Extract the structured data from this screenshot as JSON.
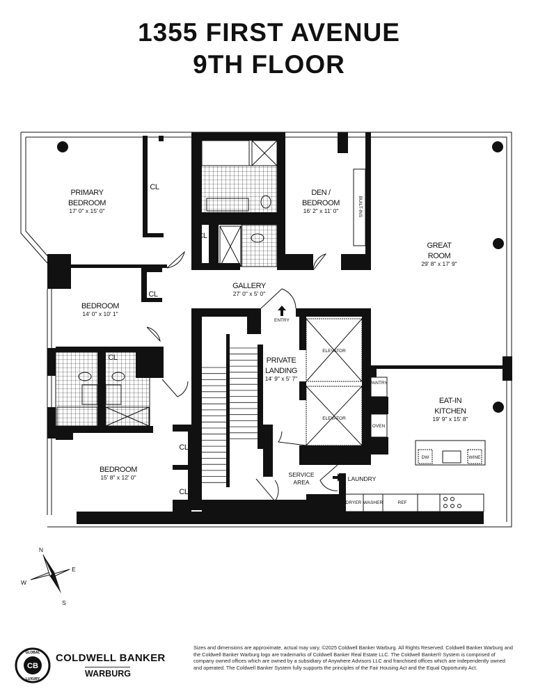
{
  "header": {
    "line1": "1355 FIRST AVENUE",
    "line2": "9TH FLOOR"
  },
  "rooms": {
    "primary": {
      "name1": "PRIMARY",
      "name2": "BEDROOM",
      "dims": "17' 0\" x 15' 0\""
    },
    "den": {
      "name1": "DEN /",
      "name2": "BEDROOM",
      "dims": "16' 2\" x 11' 0\""
    },
    "great": {
      "name1": "GREAT",
      "name2": "ROOM",
      "dims": "29' 8\" x 17' 9\""
    },
    "gallery": {
      "name": "GALLERY",
      "dims": "27' 0\" x 5' 0\""
    },
    "bedroom2": {
      "name": "BEDROOM",
      "dims": "14' 0\" x 10' 1\""
    },
    "bedroom3": {
      "name": "BEDROOM",
      "dims": "15' 8\" x 12' 0\""
    },
    "landing": {
      "name1": "PRIVATE",
      "name2": "LANDING",
      "dims": "14' 9\" x 5' 7\""
    },
    "kitchen": {
      "name1": "EAT-IN",
      "name2": "KITCHEN",
      "dims": "19' 9\" x 15' 8\""
    },
    "service": {
      "name1": "SERVICE",
      "name2": "AREA"
    },
    "laundry": {
      "name": "LAUNDRY"
    }
  },
  "labels": {
    "closet": "CL",
    "entry": "ENTRY",
    "elevator": "ELEVATOR",
    "builtins": "BUILT-INS",
    "pantry": "PANTRY",
    "oven": "OVEN",
    "dw": "DW",
    "wine": "WINE",
    "dryer": "DRYER",
    "washer": "WASHER",
    "ref": "REF"
  },
  "compass": {
    "n": "N",
    "e": "E",
    "s": "S",
    "w": "W"
  },
  "footer": {
    "disclaimer": "Sizes and dimensions are approximate, actual may vary.  ©2025 Coldwell Banker Warburg. All Rights Reserved. Coldwell Banker Warburg and the Coldwell Banker Warburg logo are trademarks of Coldwell Banker Real Estate LLC. The Coldwell Banker® System is comprised of company owned offices which are owned by a subsidiary of Anywhere Advisors LLC and franchised offices which are independently owned and operated. The Coldwell Banker System fully supports the principles of the Fair Housing Act and the Equal Opportunity Act.",
    "brand_line1": "COLDWELL BANKER",
    "brand_line2": "WARBURG",
    "seal_top": "GLOBAL",
    "seal_bottom": "LUXURY",
    "seal_mark": "CB"
  }
}
